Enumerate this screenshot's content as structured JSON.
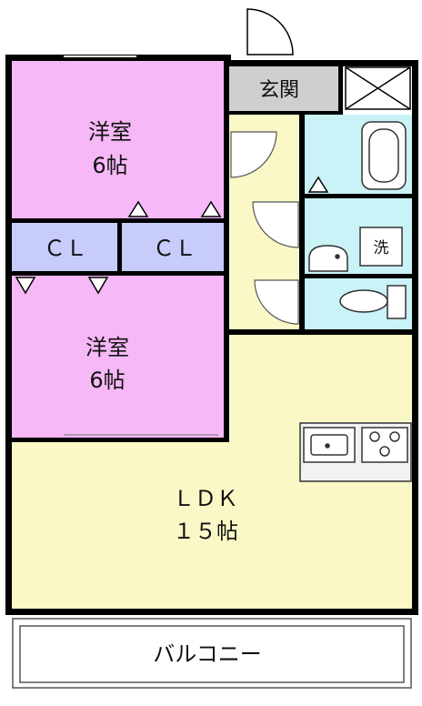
{
  "rooms": {
    "bedroom_upper": {
      "name": "洋室",
      "size": "6帖"
    },
    "bedroom_lower": {
      "name": "洋室",
      "size": "6帖"
    },
    "closet_left": {
      "name": "ＣＬ"
    },
    "closet_right": {
      "name": "ＣＬ"
    },
    "entrance": {
      "name": "玄関"
    },
    "ldk": {
      "name": "ＬＤＫ",
      "size": "１５帖"
    },
    "balcony": {
      "name": "バルコニー"
    },
    "laundry": {
      "name": "洗"
    }
  },
  "colors": {
    "bedroom": "#F6B8F6",
    "closet": "#C8CCFA",
    "living": "#FAF8C6",
    "wet_area": "#C9F3F7",
    "entrance": "#CFCFCF",
    "wall": "#000000"
  }
}
